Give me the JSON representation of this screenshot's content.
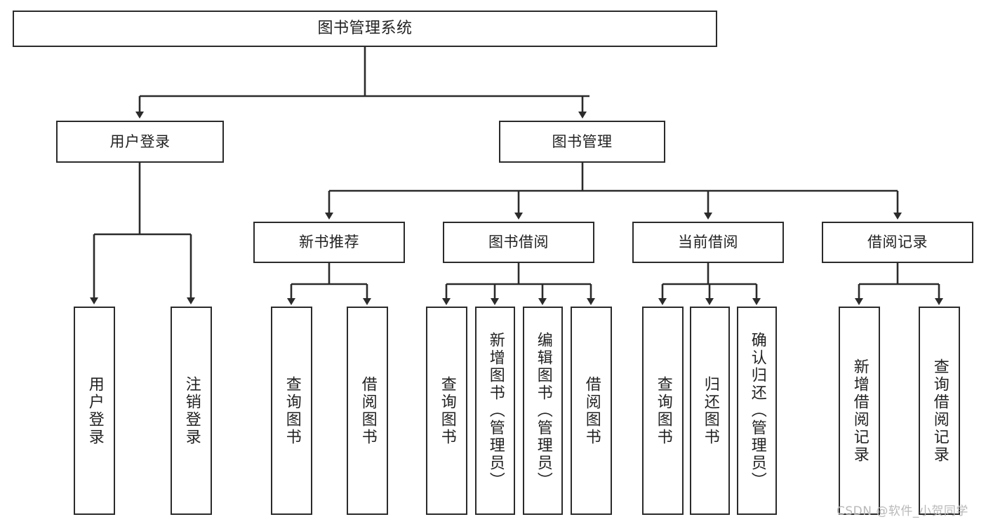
{
  "diagram": {
    "title": "图书管理系统",
    "type": "function-structure-tree",
    "watermark": "CSDN @软件_小贺同学",
    "colors": {
      "stroke": "#2b2b2b",
      "fill": "#ffffff",
      "text": "#222222",
      "watermark": "#b9b9b9"
    },
    "nodes": {
      "root": {
        "label": "图书管理系统"
      },
      "level1": [
        {
          "id": "user-login",
          "label": "用户登录"
        },
        {
          "id": "book-manage",
          "label": "图书管理"
        }
      ],
      "level2": [
        {
          "id": "new-book-recommend",
          "label": "新书推荐"
        },
        {
          "id": "book-borrow",
          "label": "图书借阅"
        },
        {
          "id": "current-borrow",
          "label": "当前借阅"
        },
        {
          "id": "borrow-record",
          "label": "借阅记录"
        }
      ],
      "leaves": {
        "user-login": [
          {
            "id": "leaf-user-login",
            "label": "用户登录"
          },
          {
            "id": "leaf-logout-login",
            "label": "注销登录"
          }
        ],
        "new-book-recommend": [
          {
            "id": "leaf-query-book-1",
            "label": "查询图书"
          },
          {
            "id": "leaf-borrow-book-1",
            "label": "借阅图书"
          }
        ],
        "book-borrow": [
          {
            "id": "leaf-query-book-2",
            "label": "查询图书"
          },
          {
            "id": "leaf-add-book",
            "label": "新增图书（管理员）"
          },
          {
            "id": "leaf-edit-book",
            "label": "编辑图书（管理员）"
          },
          {
            "id": "leaf-borrow-book-2",
            "label": "借阅图书"
          }
        ],
        "current-borrow": [
          {
            "id": "leaf-query-book-3",
            "label": "查询图书"
          },
          {
            "id": "leaf-return-book",
            "label": "归还图书"
          },
          {
            "id": "leaf-confirm-return",
            "label": "确认归还（管理员）"
          }
        ],
        "borrow-record": [
          {
            "id": "leaf-add-record",
            "label": "新增借阅记录"
          },
          {
            "id": "leaf-query-record",
            "label": "查询借阅记录"
          }
        ]
      }
    }
  }
}
